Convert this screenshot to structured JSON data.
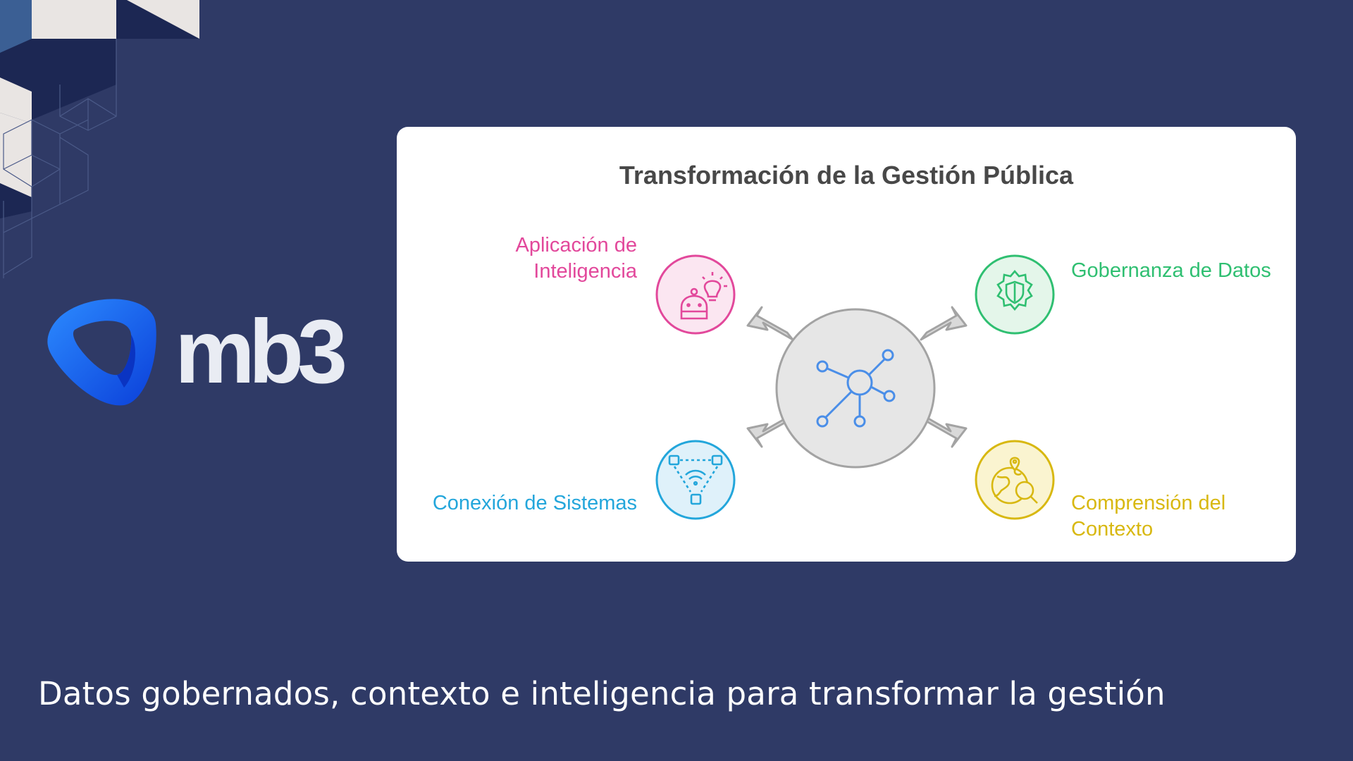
{
  "brand": {
    "logo_text": "mb3"
  },
  "diagram": {
    "title": "Transformación de la Gestión Pública",
    "nodes": [
      {
        "id": "top-left",
        "label": "Aplicación de Inteligencia",
        "color": "#e2489b",
        "fill": "#fbe6f1",
        "icon": "robot-lightbulb-icon"
      },
      {
        "id": "top-right",
        "label": "Gobernanza de Datos",
        "color": "#2fbf71",
        "fill": "#e4f6ea",
        "icon": "shield-gear-icon"
      },
      {
        "id": "bottom-left",
        "label": "Conexión de Sistemas",
        "color": "#23a6db",
        "fill": "#dff1fa",
        "icon": "network-wifi-icon"
      },
      {
        "id": "bottom-right",
        "label": "Comprensión del Contexto",
        "color": "#d8b811",
        "fill": "#faf4d0",
        "icon": "globe-search-icon"
      }
    ],
    "center_icon": "network-hub-icon",
    "center_color": "#4a8ee8"
  },
  "tagline": "Datos gobernados, contexto e inteligencia para transformar la gestión"
}
